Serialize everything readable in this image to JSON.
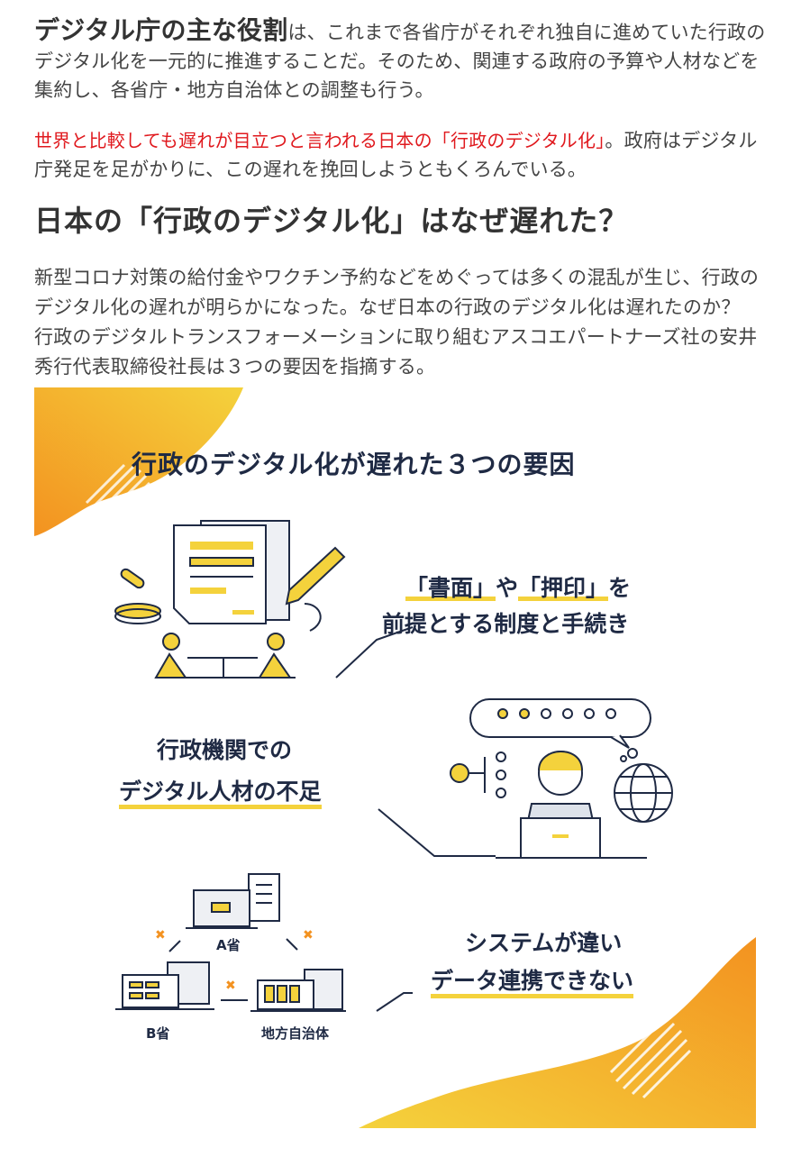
{
  "intro": {
    "lead_bold": "デジタル庁の主な役割",
    "text": "は、これまで各省庁がそれぞれ独自に進めていた行政のデジタル化を一元的に推進することだ。そのため、関連する政府の予算や人材などを集約し、各省庁・地方自治体との調整も行う。"
  },
  "para2": {
    "red_text": "世界と比較しても遅れが目立つと言われる日本の「行政のデジタル化」",
    "text": "。政府はデジタル庁発足を足がかりに、この遅れを挽回しようともくろんでいる。"
  },
  "heading": "日本の「行政のデジタル化」はなぜ遅れた？",
  "para3": "新型コロナ対策の給付金やワクチン予約などをめぐっては多くの混乱が生じ、行政のデジタル化の遅れが明らかになった。なぜ日本の行政のデジタル化は遅れたのか？　行政のデジタルトランスフォーメーションに取り組むアスコエパートナーズ社の安井秀行代表取締役社長は３つの要因を指摘する。",
  "infographic": {
    "title": "行政のデジタル化が遅れた３つの要因",
    "factor1": {
      "line1_parts": [
        "「書面」",
        "や",
        "「押印」",
        "を"
      ],
      "line2": "前提とする制度と手続き"
    },
    "factor2": {
      "line1": "行政機関での",
      "line2": "デジタル人材の不足"
    },
    "factor3": {
      "line1": "システムが違い",
      "line2": "データ連携できない",
      "label_a": "A省",
      "label_b": "B省",
      "label_local": "地方自治体"
    },
    "colors": {
      "accent_yellow": "#f4d23c",
      "accent_orange": "#f39220",
      "navy": "#1f2a44"
    }
  }
}
